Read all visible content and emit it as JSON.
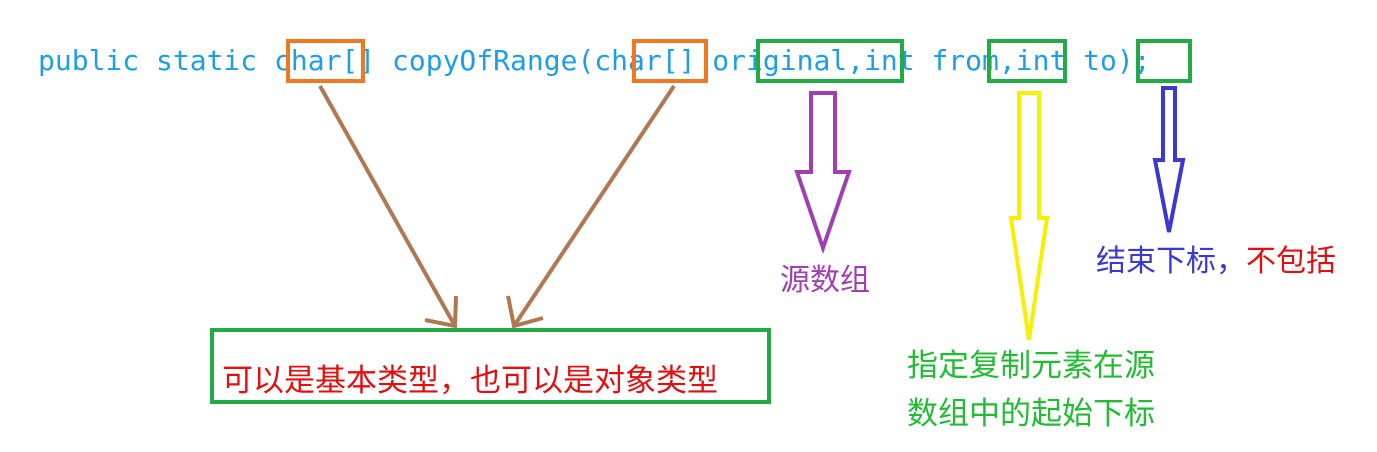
{
  "code": {
    "signature": "public static char[] copyOfRange(char[] original,int from,int to);"
  },
  "labels": {
    "source_array": "源数组",
    "end_index_part1": "结束下标，",
    "end_index_part2": "不包括",
    "type_note": "可以是基本类型，也可以是对象类型",
    "from_note_line1": "指定复制元素在源",
    "from_note_line2": "数组中的起始下标"
  },
  "colors": {
    "code_text": "#1e9ee6",
    "char_box": "#f07820",
    "param_box": "#22aa44",
    "brown_arrow": "#b07850",
    "purple_arrow": "#a040b0",
    "yellow_arrow": "#f4f000",
    "blue_arrow": "#3a3ad0",
    "red_text": "#e01010",
    "green_text": "#22bb33"
  }
}
